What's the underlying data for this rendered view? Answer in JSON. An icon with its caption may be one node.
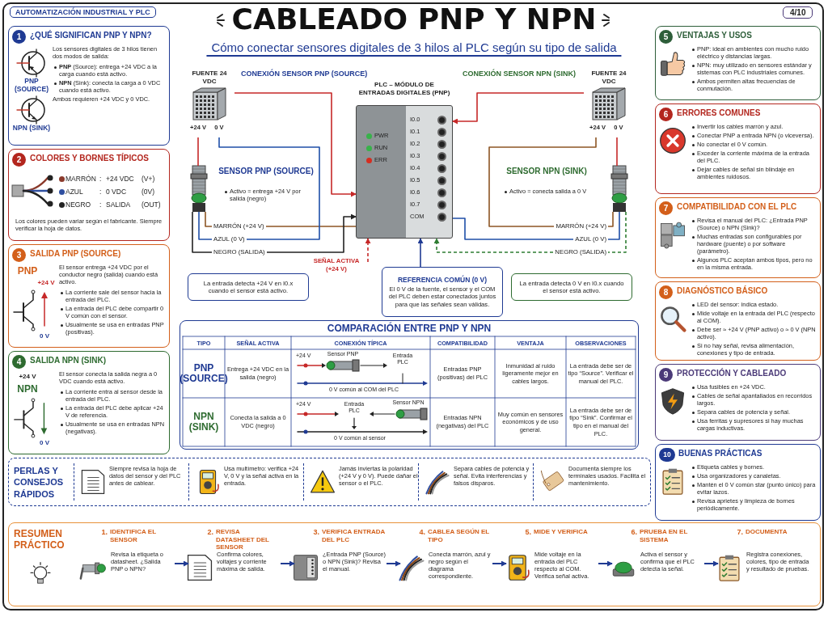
{
  "diagram": {
    "title": "CABLEADO PNP Y NPN",
    "nodes": [
      {
        "text": [
          "1",
          "¿QUÉ SIGNIFICAN PNP Y NPN?",
          "PNP (SOURCE)",
          "NPN (SINK)",
          "Los sensores digitales de 3 hilos tienen dos modos de salida:",
          "**PNP** (Source): entrega +24 VDC a la carga cuando está activo.",
          "**NPN** (Sink): conecta la carga a 0 VDC cuando está activo.",
          "Ambos requieren +24 VDC y 0 VDC."
        ]
      },
      {
        "text": [
          "2",
          "COLORES Y BORNES TÍPICOS",
          "MARRÓN",
          ":",
          "+24 VDC",
          "(V+)",
          "AZUL",
          ":",
          "0 VDC",
          "(0V)",
          "NEGRO",
          ":",
          "SALIDA",
          "(OUT)",
          "Los colores pueden variar según el fabricante. Siempre verificar la hoja de datos."
        ]
      },
      {
        "text": [
          "3",
          "SALIDA PNP (SOURCE)",
          "PNP",
          "+24 V",
          "0 V",
          "El sensor entrega +24 VDC por el conductor negro (salida) cuando está activo.",
          "La corriente sale del sensor hacia la entrada del PLC.",
          "La entrada del PLC debe compartir 0 V común con el sensor.",
          "Usualmente se usa en entradas PNP (positivas)."
        ]
      },
      {
        "text": [
          "4",
          "SALIDA NPN (SINK)",
          "+24 V",
          "NPN",
          "0 V",
          "El sensor conecta la salida negra a 0 VDC cuando está activo.",
          "La corriente entra al sensor desde la entrada del PLC.",
          "La entrada del PLC debe aplicar +24 V de referencia.",
          "Usualmente se usa en entradas NPN (negativas)."
        ]
      },
      {
        "text": [
          "5",
          "VENTAJAS Y USOS",
          "PNP: ideal en ambientes con mucho ruido eléctrico y distancias largas.",
          "NPN: muy utilizado en sensores estándar y sistemas con PLC industriales comunes.",
          "Ambos permiten altas frecuencias de conmutación."
        ]
      },
      {
        "text": [
          "6",
          "ERRORES COMUNES",
          "Invertir los cables marrón y azul.",
          "Conectar PNP a entrada NPN (o viceversa).",
          "No conectar el 0 V común.",
          "Exceder la corriente máxima de la entrada del PLC.",
          "Dejar cables de señal sin blindaje en ambientes ruidosos."
        ]
      },
      {
        "text": [
          "7",
          "COMPATIBILIDAD CON EL PLC",
          "Revisa el manual del PLC: ¿Entrada PNP (Source) o NPN (Sink)?",
          "Muchas entradas son configurables por hardware (puente) o por software (parámetro).",
          "Algunos PLC aceptan ambos tipos, pero no en la misma entrada."
        ]
      },
      {
        "text": [
          "8",
          "DIAGNÓSTICO BÁSICO",
          "LED del sensor: indica estado.",
          "Mide voltaje en la entrada del PLC (respecto al COM).",
          "Debe ser ≈ +24 V (PNP activo) o ≈ 0 V (NPN activo).",
          "Si no hay señal, revisa alimentación, conexiones y tipo de entrada."
        ]
      },
      {
        "text": [
          "9",
          "PROTECCIÓN Y CABLEADO",
          "Usa fusibles en +24 VDC.",
          "Cables de señal apantallados en recorridos largos.",
          "Separa cables de potencia y señal.",
          "Usa ferritas y supresores si hay muchas cargas inductivas."
        ]
      },
      {
        "text": [
          "10",
          "BUENAS PRÁCTICAS",
          "Etiqueta cables y bornes.",
          "Usa organizadores y canaletas.",
          "Mantén el 0 V común star (punto único) para evitar lazos.",
          "Revisa aprietes y limpieza de bornes periódicamente."
        ]
      },
      {
        "text": [
          "FUENTE 24 VDC",
          "+24 V",
          "0 V"
        ]
      },
      {
        "text": [
          "FUENTE 24 VDC",
          "+24 V",
          "0 V"
        ]
      },
      {
        "text": [
          "PLC – MÓDULO DE ENTRADAS DIGITALES (PNP)",
          "PWR",
          "RUN",
          "ERR",
          "I0.0",
          "I0.1",
          "I0.2",
          "I0.3",
          "I0.4",
          "I0.5",
          "I0.6",
          "I0.7",
          "COM"
        ]
      },
      {
        "text": [],
        "shape": "picture"
      },
      {
        "text": [],
        "shape": "picture"
      },
      {
        "text": [
          "La entrada detecta +24 V en I0.x cuando el sensor está activo."
        ]
      },
      {
        "text": [
          "REFERENCIA COMÚN (0 V)",
          "El 0 V de la fuente, el sensor y el COM del PLC deben estar conectados juntos para que las señales sean válidas."
        ]
      },
      {
        "text": [
          "La entrada detecta 0 V en I0.x cuando el sensor está activo."
        ]
      },
      {
        "text": [
          "COMPARACIÓN ENTRE PNP Y NPN"
        ]
      },
      {
        "text": [
          "PERLAS Y CONSEJOS RÁPIDOS",
          "Siempre revisa la hoja de datos del sensor y del PLC antes de cablear.",
          "Usa multímetro: verifica +24 V, 0 V y la señal activa en la entrada.",
          "Jamás inviertas la polaridad (+24 V y 0 V). Puede dañar el sensor o el PLC.",
          "Separa cables de potencia y señal. Evita interferencias y falsos disparos.",
          "Documenta siempre los terminales usados. Facilita el mantenimiento."
        ]
      },
      {
        "text": [
          "RESUMEN PRÁCTICO"
        ]
      },
      {
        "text": [
          "1.",
          "IDENTIFICA EL SENSOR",
          "Revisa la etiqueta o datasheet. ¿Salida PNP o NPN?"
        ],
        "in": 20
      },
      {
        "text": [
          "2.",
          "REVISA DATASHEET DEL SENSOR",
          "Confirma colores, voltajes y corriente máxima de salida."
        ],
        "in": 20
      },
      {
        "text": [
          "3.",
          "VERIFICA ENTRADA DEL PLC",
          "¿Entrada PNP (Source) o NPN (Sink)? Revisa el manual."
        ],
        "in": 20
      },
      {
        "text": [
          "4.",
          "CABLEA SEGÚN EL TIPO",
          "Conecta marrón, azul y negro según el diagrama correspondiente."
        ],
        "in": 20
      },
      {
        "text": [
          "5.",
          "MIDE Y VERIFICA",
          "Mide voltaje en la entrada del PLC respecto al COM. Verifica señal activa."
        ],
        "in": 20
      },
      {
        "text": [
          "6.",
          "PRUEBA EN EL SISTEMA",
          "Activa el sensor y confirma que el PLC detecta la señal."
        ],
        "in": 20
      },
      {
        "text": [
          "7.",
          "DOCUMENTA",
          "Registra conexiones, colores, tipo de entrada y resultado de pruebas."
        ],
        "in": 20
      }
    ],
    "edges": [
      {
        "from": 10,
        "to": 13,
        "arrow": "none",
        "color": "#c62828"
      },
      {
        "from": 10,
        "to": 12,
        "arrow": "to",
        "color": "#c62828"
      },
      {
        "from": 13,
        "to": 12,
        "arrow": "none",
        "label": "MARRÓN (+24 V)",
        "color": "#8d5524"
      },
      {
        "from": 13,
        "to": 10,
        "arrow": "none",
        "label": "AZUL (0 V)",
        "color": "#1f4fa8"
      },
      {
        "from": 13,
        "to": 12,
        "arrow": "to",
        "label": "NEGRO (SALIDA)",
        "color": "#222222"
      },
      {
        "from": null,
        "to": 12,
        "arrow": "to",
        "label": "SEÑAL ACTIVA (+24 V)",
        "style": "dashed",
        "color": "#c62828"
      },
      {
        "from": 11,
        "to": 14,
        "arrow": "none",
        "color": "#c62828"
      },
      {
        "from": 11,
        "to": 12,
        "arrow": "to",
        "color": "#c62828"
      },
      {
        "from": 14,
        "to": 11,
        "arrow": "none",
        "label": "MARRÓN (+24 V)",
        "color": "#8d5524"
      },
      {
        "from": 14,
        "to": 12,
        "arrow": "none",
        "label": "AZUL (0 V)",
        "color": "#1f4fa8"
      },
      {
        "from": 14,
        "to": 12,
        "arrow": "to",
        "label": "NEGRO (SALIDA)",
        "style": "dashed",
        "color": "#2e7d32"
      },
      {
        "from": 16,
        "to": 12,
        "arrow": "to"
      },
      {
        "from": 21,
        "to": 22,
        "arrow": "to"
      },
      {
        "from": 22,
        "to": 23,
        "arrow": "to"
      },
      {
        "from": 23,
        "to": 24,
        "arrow": "to"
      },
      {
        "from": 24,
        "to": 25,
        "arrow": "to"
      },
      {
        "from": 25,
        "to": 26,
        "arrow": "to"
      },
      {
        "from": 26,
        "to": 27,
        "arrow": "to"
      }
    ],
    "labels": [
      "AUTOMATIZACIÓN INDUSTRIAL Y PLC",
      "4/10",
      "Cómo conectar sensores digitales de 3 hilos al PLC según su tipo de salida",
      "CONEXIÓN SENSOR PNP (SOURCE)",
      "CONEXIÓN SENSOR NPN (SINK)",
      "SENSOR PNP (SOURCE)",
      "Activo = entrega +24 V por salida (negro)",
      "SENSOR NPN (SINK)",
      "Activo = conecta salida a 0 V",
      "TIPO",
      "SEÑAL ACTIVA",
      "CONEXIÓN TÍPICA",
      "COMPATIBILIDAD",
      "VENTAJA",
      "OBSERVACIONES",
      "PNP (SOURCE)",
      "Entrega +24 VDC en la salida (negro)",
      "+24 V",
      "Sensor PNP",
      "Entrada PLC",
      "0 V común al COM del PLC",
      "Entradas PNP (positivas) del PLC",
      "Inmunidad al ruido ligeramente mejor en cables largos.",
      "La entrada debe ser de tipo “Source”. Verificar el manual del PLC.",
      "NPN (SINK)",
      "Conecta la salida a 0 VDC (negro)",
      "+24 V",
      "Entrada PLC",
      "Sensor NPN",
      "0 V común al sensor",
      "Entradas NPN (negativas) del PLC",
      "Muy común en sensores económicos y de uso general.",
      "La entrada debe ser de tipo “Sink”. Confirmar el tipo en el manual del PLC."
    ]
  }
}
